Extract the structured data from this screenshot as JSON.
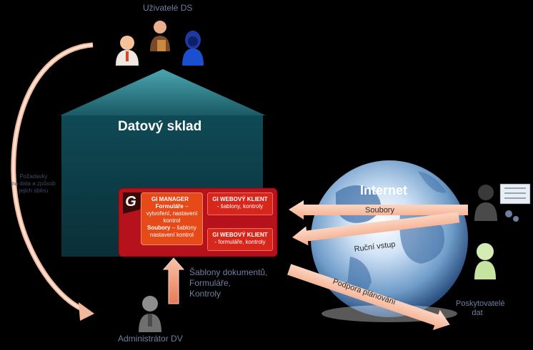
{
  "labels": {
    "users": "Uživatelé DS",
    "warehouse": "Datový sklad",
    "requests": [
      "Požadavky",
      "na data a způsob",
      "jejich sběru"
    ],
    "admin": "Administrátor DV",
    "templates": [
      "Šablony dokumentů,",
      "Formuláře,",
      "Kontroly"
    ],
    "internet": "Internet",
    "providers": [
      "Poskytovatelé",
      "dat"
    ]
  },
  "arrows": {
    "files": "Soubory",
    "manual": "Ruční vstup",
    "support": "Podpora plánování"
  },
  "gi": {
    "logo": "G",
    "manager_title": "GI MANAGER",
    "manager_lines": [
      {
        "bold": "Formuláře",
        "rest": " –"
      },
      {
        "bold": "",
        "rest": "vytvoření, nastavení"
      },
      {
        "bold": "",
        "rest": "kontrol"
      },
      {
        "bold": "Soubory",
        "rest": " – šablony"
      },
      {
        "bold": "",
        "rest": "nastavení kontrol"
      }
    ],
    "web1_title": "GI WEBOVÝ KLIENT",
    "web1_sub": "- šablony, kontroly",
    "web2_title": "GI WEBOVÝ KLIENT",
    "web2_sub": "- formuláře, kontroly"
  },
  "icons": [
    "user-icon",
    "judge-user-icon",
    "female-user-icon",
    "admin-user-icon",
    "provider-user-icon",
    "data-form-icon",
    "globe-icon"
  ]
}
